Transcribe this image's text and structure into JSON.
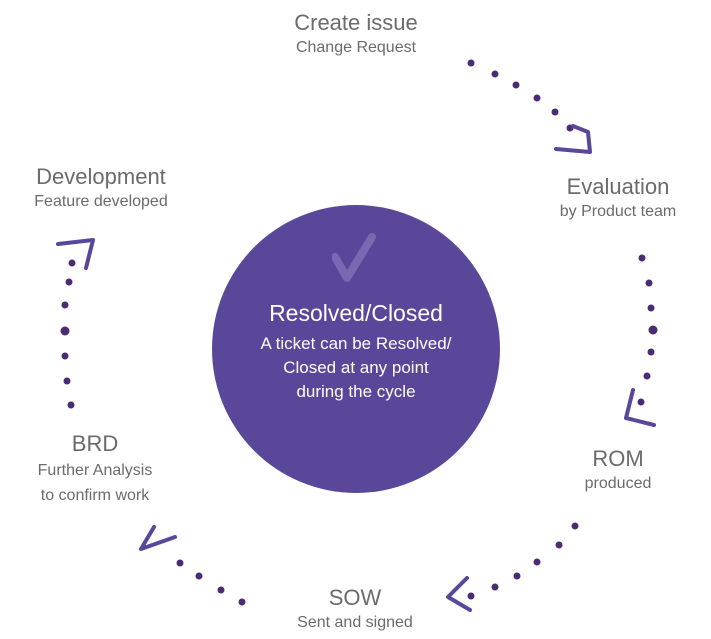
{
  "center": {
    "title": "Resolved/Closed",
    "lines": [
      "A ticket can be Resolved/",
      "Closed at any point",
      "during the cycle"
    ],
    "icon": "checkmark-icon"
  },
  "stages": [
    {
      "id": "create",
      "title": "Create issue",
      "subtitle": "Change Request"
    },
    {
      "id": "evaluation",
      "title": "Evaluation",
      "subtitle": "by Product team"
    },
    {
      "id": "rom",
      "title": "ROM",
      "subtitle": "produced"
    },
    {
      "id": "sow",
      "title": "SOW",
      "subtitle": "Sent and signed"
    },
    {
      "id": "brd",
      "title": "BRD",
      "subtitle_lines": [
        "Further Analysis",
        "to confirm work"
      ]
    },
    {
      "id": "development",
      "title": "Development",
      "subtitle": "Feature developed"
    }
  ],
  "colors": {
    "circle": "#5b4799",
    "check": "#7b68b3",
    "dots": "#4a2c73",
    "arrow_heads": "#5b4799",
    "text": "#6b6b6b",
    "center_text": "#ffffff"
  }
}
